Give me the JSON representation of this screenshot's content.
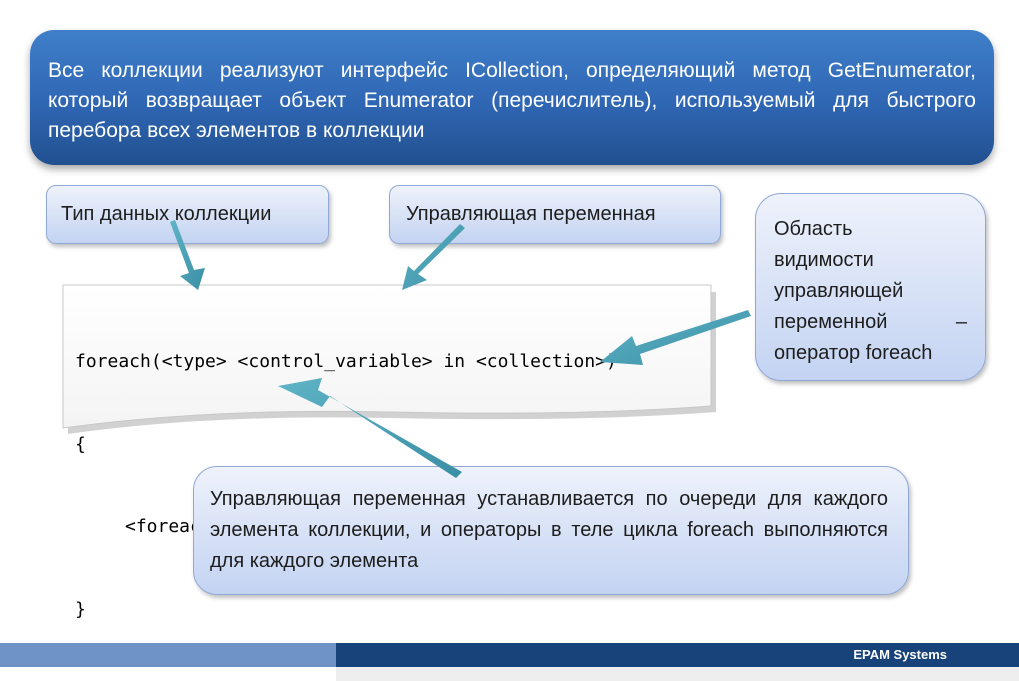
{
  "banner": {
    "text": "Все коллекции реализуют интерфейс ICollection, определяющий метод GetEnumerator, который возвращает объект Enumerator (перечислитель), используемый для быстрого перебора всех элементов в коллекции"
  },
  "callouts": {
    "type_label": "Тип данных коллекции",
    "control_var_label": "Управляющая переменная",
    "scope": {
      "line1": "Область",
      "line2": "видимости",
      "line3": "управляющей",
      "line4_word": "переменной",
      "line4_dash": "–",
      "line5": "оператор foreach"
    },
    "body_text": "Управляющая переменная устанавливается по очереди для каждого элемента коллекции, и операторы в теле цикла foreach выполняются для каждого элемента"
  },
  "code": {
    "line1": "foreach(<type> <control_variable> in <collection>)",
    "line2": "{",
    "line3": "<foreach_statement_body>",
    "line4": "}"
  },
  "footer": {
    "company": "EPAM Systems"
  },
  "colors": {
    "banner": "#2f66b3",
    "arrow": "#4aa0b5",
    "footer_dark": "#17427a",
    "footer_light": "#6f93c4"
  }
}
